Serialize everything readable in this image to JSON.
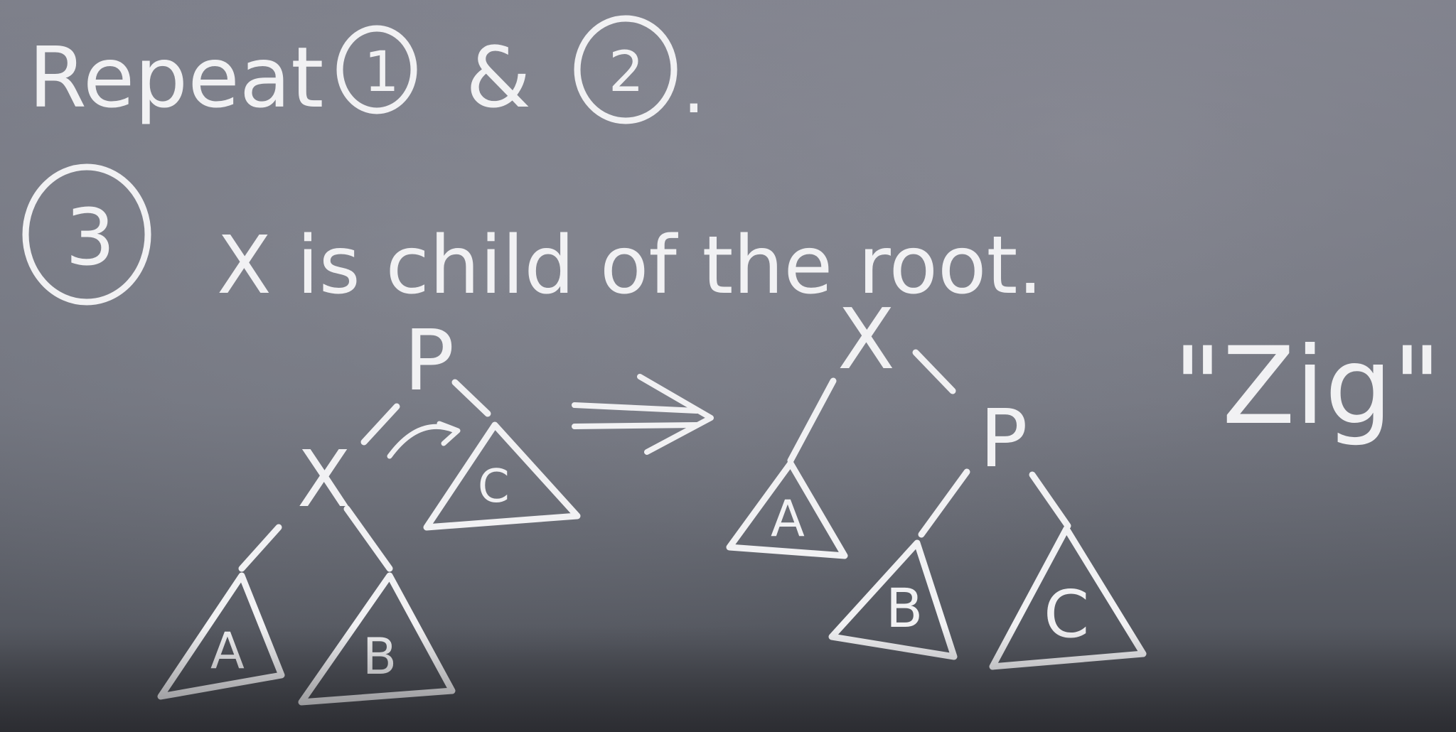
{
  "board": {
    "line1": {
      "word": "Repeat",
      "step1": "1",
      "amp": "&",
      "step2": "2",
      "period": "."
    },
    "line2": {
      "step": "3",
      "text": "X is child of the root."
    },
    "label": "\"Zig\"",
    "before_tree": {
      "root": "P",
      "child": "X",
      "subtrees": [
        "A",
        "B",
        "C"
      ]
    },
    "after_tree": {
      "root": "X",
      "child": "P",
      "subtrees": [
        "A",
        "B",
        "C"
      ]
    }
  }
}
